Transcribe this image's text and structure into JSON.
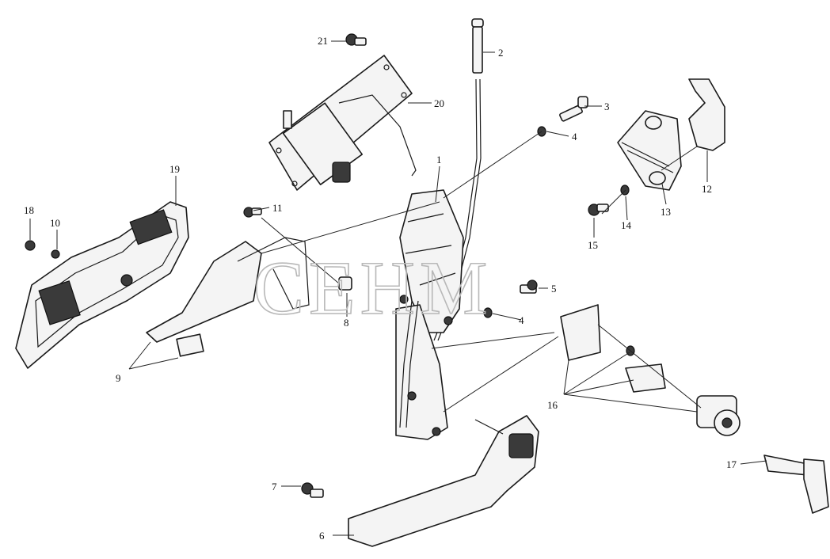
{
  "watermark": "CEHM",
  "callouts": [
    {
      "id": "1",
      "label": "1"
    },
    {
      "id": "2",
      "label": "2"
    },
    {
      "id": "3",
      "label": "3"
    },
    {
      "id": "4a",
      "label": "4"
    },
    {
      "id": "4b",
      "label": "4"
    },
    {
      "id": "5",
      "label": "5"
    },
    {
      "id": "6",
      "label": "6"
    },
    {
      "id": "7",
      "label": "7"
    },
    {
      "id": "8",
      "label": "8"
    },
    {
      "id": "9",
      "label": "9"
    },
    {
      "id": "10",
      "label": "10"
    },
    {
      "id": "11",
      "label": "11"
    },
    {
      "id": "12",
      "label": "12"
    },
    {
      "id": "13",
      "label": "13"
    },
    {
      "id": "14",
      "label": "14"
    },
    {
      "id": "15",
      "label": "15"
    },
    {
      "id": "16",
      "label": "16"
    },
    {
      "id": "17",
      "label": "17"
    },
    {
      "id": "18",
      "label": "18"
    },
    {
      "id": "19",
      "label": "19"
    },
    {
      "id": "20",
      "label": "20"
    },
    {
      "id": "21",
      "label": "21"
    }
  ]
}
